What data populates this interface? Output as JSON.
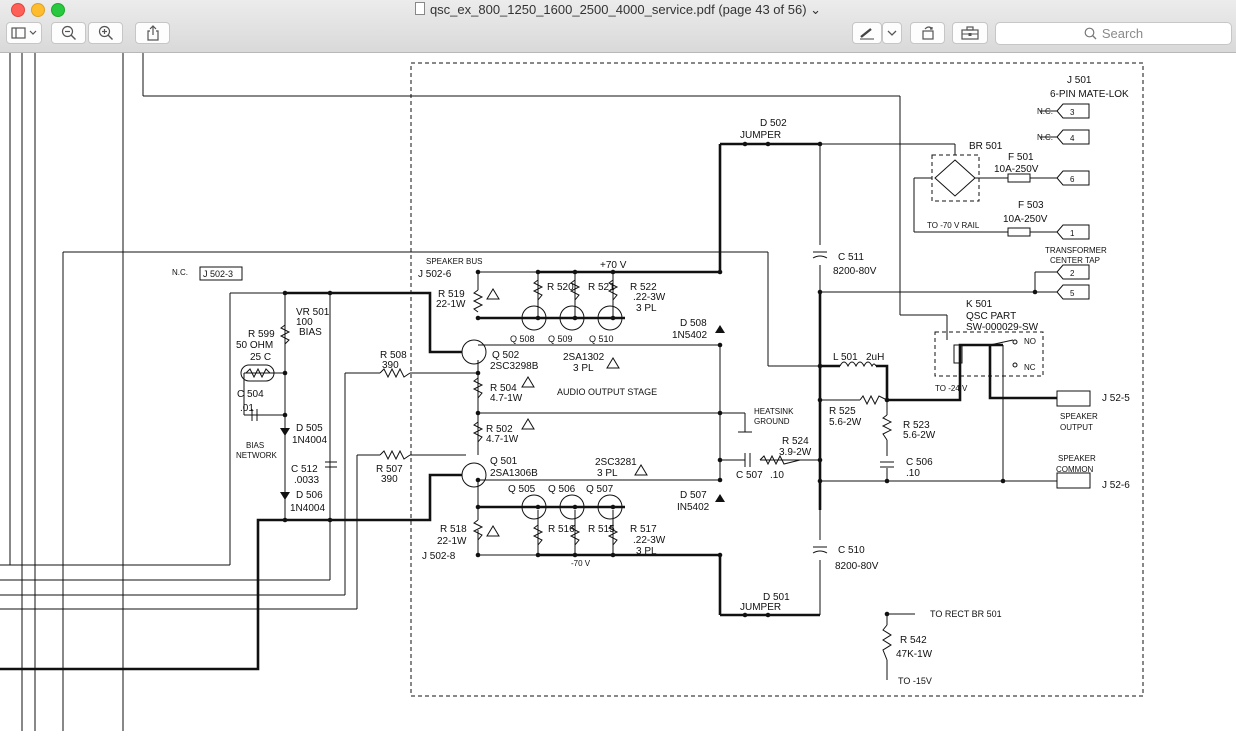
{
  "window": {
    "title": "qsc_ex_800_1250_1600_2500_4000_service.pdf (page 43 of 56)",
    "title_chevron": "⌄"
  },
  "toolbar": {
    "sidebar_icon": "sidebar-toggle-icon",
    "zoom_out_icon": "zoom-out-icon",
    "zoom_in_icon": "zoom-in-icon",
    "share_icon": "share-icon",
    "markup_icon": "pen-markup-icon",
    "rotate_icon": "rotate-icon",
    "toolbox_icon": "toolbox-icon",
    "search_placeholder": "Search"
  },
  "schematic": {
    "j501": "J 501",
    "j501_desc": "6-PIN MATE-LOK",
    "nc1": "N.C.",
    "nc2": "N.C.",
    "pin3": "3",
    "pin4": "4",
    "pin6": "6",
    "pin1": "1",
    "pin2": "2",
    "pin5": "5",
    "d502": "D 502",
    "d502_jumper": "JUMPER",
    "br501": "BR 501",
    "f501": "F 501",
    "f501_val": "10A-250V",
    "f503": "F 503",
    "f503_val": "10A-250V",
    "to_neg70": "TO -70 V RAIL",
    "transformer1": "TRANSFORMER",
    "transformer2": "CENTER TAP",
    "c511": "C 511",
    "c511_val": "8200-80V",
    "speaker_bus": "SPEAKER BUS",
    "plus70": "+70 V",
    "j502_6": "J 502-6",
    "nc3": "N.C.",
    "j502_3": "J 502-3",
    "r520": "R 520",
    "r521": "R 521",
    "r522": "R 522",
    "r522_val": ".22-3W",
    "r522_pl": "3 PL",
    "r519": "R 519",
    "r519_val": "22-1W",
    "vr501": "VR 501",
    "vr501_val": "100",
    "vr501_bias": "BIAS",
    "r599": "R 599",
    "r599_val": "50 OHM",
    "r599_temp": "25 C",
    "q508": "Q 508",
    "q509": "Q 509",
    "q510": "Q 510",
    "d508": "D 508",
    "d508_val": "1N5402",
    "k501": "K 501",
    "k501_desc": "QSC PART",
    "k501_part": "SW-000029-SW",
    "no": "NO",
    "nc_relay": "NC",
    "to_neg24": "TO -24 V",
    "r508": "R 508",
    "r508_val": "390",
    "q502": "Q 502",
    "q502_val": "2SC3298B",
    "sa1302": "2SA1302",
    "sa1302_pl": "3 PL",
    "l501": "L 501",
    "l501_val": "2uH",
    "c504": "C 504",
    "c504_val": ".01",
    "r504": "R 504",
    "r504_val": "4.7-1W",
    "audio_stage": "AUDIO OUTPUT STAGE",
    "r525": "R 525",
    "r525_val": "5.6-2W",
    "j52_5": "J 52-5",
    "speaker_out1": "SPEAKER",
    "speaker_out2": "OUTPUT",
    "d505": "D 505",
    "d505_val": "1N4004",
    "bias_net1": "BIAS",
    "bias_net2": "NETWORK",
    "r502": "R 502",
    "r502_val": "4.7-1W",
    "heatsink1": "HEATSINK",
    "heatsink2": "GROUND",
    "r524": "R 524",
    "r524_val": "3.9-2W",
    "r523": "R 523",
    "r523_val": "5.6-2W",
    "c512": "C 512",
    "c512_val": ".0033",
    "r507": "R 507",
    "r507_val": "390",
    "q501": "Q 501",
    "q501_val": "2SA1306B",
    "sc3281": "2SC3281",
    "sc3281_pl": "3 PL",
    "c507": "C 507",
    "c507_val": ".10",
    "c506": "C 506",
    "c506_val": ".10",
    "speaker_com1": "SPEAKER",
    "speaker_com2": "COMMON",
    "j52_6": "J 52-6",
    "d506": "D 506",
    "d506_val": "1N4004",
    "q505": "Q 505",
    "q506": "Q 506",
    "q507": "Q 507",
    "d507": "D 507",
    "d507_val": "IN5402",
    "r518": "R 518",
    "r518_val": "22-1W",
    "r516": "R 516",
    "r515": "R 515",
    "r517": "R 517",
    "r517_val": ".22-3W",
    "r517_pl": "3 PL",
    "c510": "C 510",
    "c510_val": "8200-80V",
    "j502_8": "J 502-8",
    "neg70": "-70 V",
    "d501": "D 501",
    "d501_jumper": "JUMPER",
    "to_rect": "TO RECT BR 501",
    "r542": "R 542",
    "r542_val": "47K-1W",
    "to_neg15": "TO -15V"
  }
}
